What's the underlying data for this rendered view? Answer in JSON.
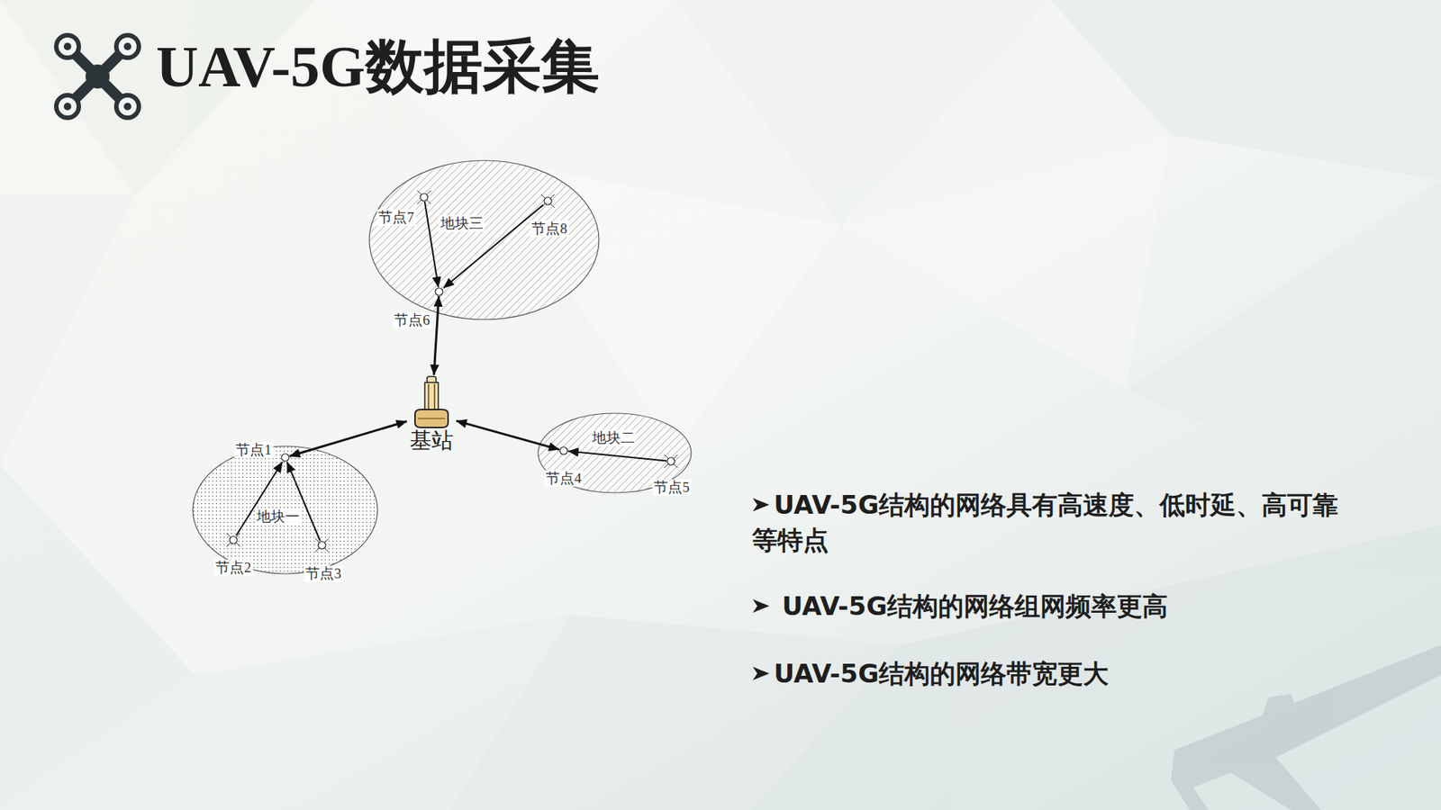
{
  "diagram": {
    "title": "UAV-5G数据采集",
    "nodes": [
      {
        "text": [
          "地块三"
        ]
      },
      {
        "text": [
          "节点7"
        ],
        "in": 0
      },
      {
        "text": [
          "节点8"
        ],
        "in": 0
      },
      {
        "text": [
          "节点6"
        ],
        "in": 0
      },
      {
        "text": [
          "基站"
        ]
      },
      {
        "text": [
          "地块一"
        ]
      },
      {
        "text": [
          "节点1"
        ],
        "in": 5
      },
      {
        "text": [
          "节点2"
        ],
        "in": 5
      },
      {
        "text": [
          "节点3"
        ],
        "in": 5
      },
      {
        "text": [
          "地块二"
        ]
      },
      {
        "text": [
          "节点4"
        ],
        "in": 9
      },
      {
        "text": [
          "节点5"
        ],
        "in": 9
      }
    ],
    "edges": [
      {
        "from": 1,
        "to": 3,
        "arrow": "to"
      },
      {
        "from": 2,
        "to": 3,
        "arrow": "to"
      },
      {
        "from": 3,
        "to": 4,
        "arrow": "both"
      },
      {
        "from": 4,
        "to": 6,
        "arrow": "both"
      },
      {
        "from": 4,
        "to": 10,
        "arrow": "both"
      },
      {
        "from": 11,
        "to": 10,
        "arrow": "to"
      },
      {
        "from": 7,
        "to": 6,
        "arrow": "to"
      },
      {
        "from": 8,
        "to": 6,
        "arrow": "to"
      }
    ],
    "labels": [
      "UAV-5G结构的网络具有高速度、低时延、高可靠等特点",
      "UAV-5G结构的网络组网频率更高",
      "UAV-5G结构的网络带宽更大"
    ]
  }
}
